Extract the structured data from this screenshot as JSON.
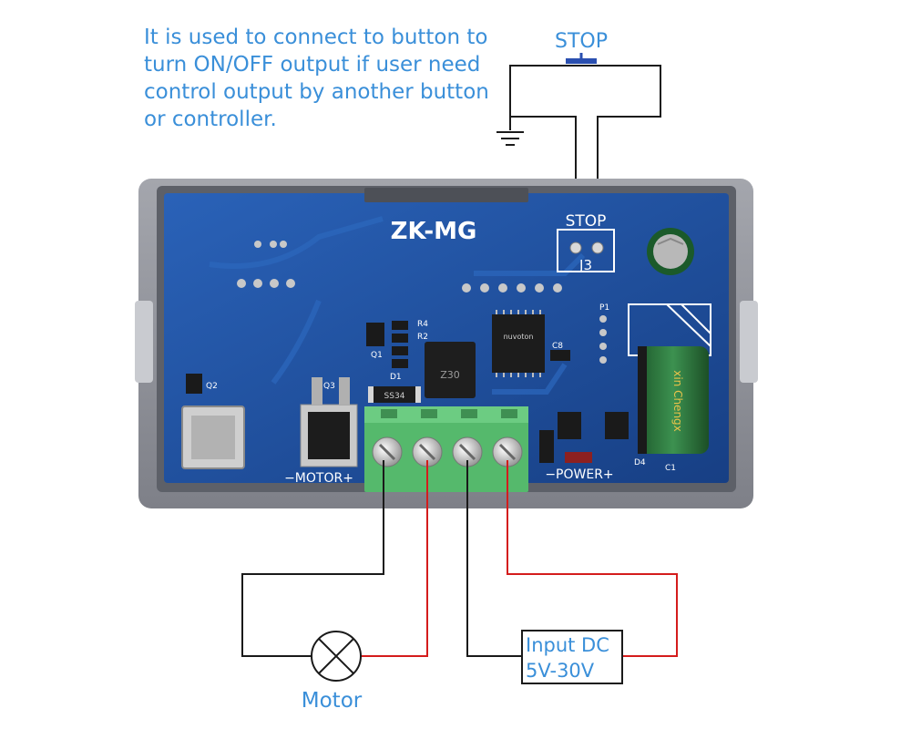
{
  "note_lines": [
    "It is used to connect to button to",
    "turn ON/OFF output if user need",
    "control output by another button",
    "or controller."
  ],
  "stop_label": "STOP",
  "board": {
    "model": "ZK-MG",
    "stop_header": "STOP",
    "connector": "J3",
    "motor_label": "−MOTOR+",
    "power_label": "−POWER+",
    "chip_brand": "nuvoton",
    "designators": [
      "Q1",
      "Q2",
      "Q3",
      "D1",
      "D4",
      "R2",
      "R4",
      "C1",
      "C8",
      "P1"
    ],
    "capacitor_text": "xin Chengx",
    "diode_code": "SS34",
    "inductor_code": "Z30"
  },
  "motor_label": "Motor",
  "input_lines": [
    "Input DC",
    "5V-30V"
  ],
  "colors": {
    "note_text": "#3a8fd9",
    "wire_black": "#1a1a1a",
    "wire_red": "#d41c1c",
    "pcb_blue": "#1b4d99",
    "terminal_green": "#55b96c",
    "case_gray": "#8d8f96"
  },
  "icons": [
    "ground-icon",
    "pushbutton-icon",
    "lamp-icon"
  ]
}
